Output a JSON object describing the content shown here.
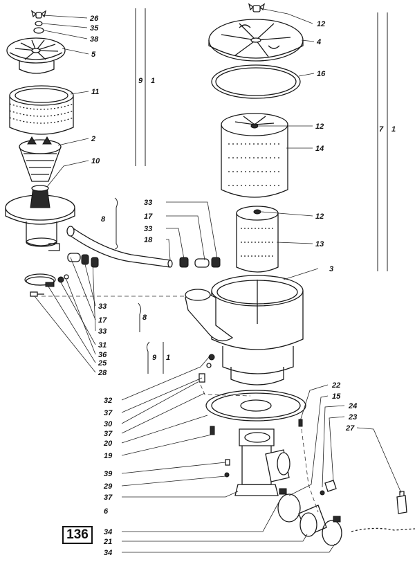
{
  "page_number": "136",
  "callouts": {
    "c26": "26",
    "c35": "35",
    "c38": "38",
    "c5": "5",
    "c11": "11",
    "c2": "2",
    "c10": "10",
    "c12a": "12",
    "c4": "4",
    "c16": "16",
    "c12b": "12",
    "c14": "14",
    "c12c": "12",
    "c13": "13",
    "c3": "3",
    "c33a": "33",
    "c17a": "17",
    "c33b": "33",
    "c18": "18",
    "c33c": "33",
    "c17b": "17",
    "c33d": "33",
    "c31": "31",
    "c36": "36",
    "c25": "25",
    "c28": "28",
    "c32": "32",
    "c37a": "37",
    "c30": "30",
    "c37b": "37",
    "c20": "20",
    "c19": "19",
    "c39": "39",
    "c29": "29",
    "c37c": "37",
    "c6": "6",
    "c34a": "34",
    "c21": "21",
    "c34b": "34",
    "c22": "22",
    "c15": "15",
    "c24": "24",
    "c23": "23",
    "c27": "27"
  },
  "groups": {
    "g9a": "9",
    "g1a": "1",
    "g7": "7",
    "g1b": "1",
    "g8a": "8",
    "g8b": "8",
    "g9b": "9",
    "g1c": "1"
  },
  "colors": {
    "ink": "#1a1a1a",
    "paper": "#ffffff"
  }
}
